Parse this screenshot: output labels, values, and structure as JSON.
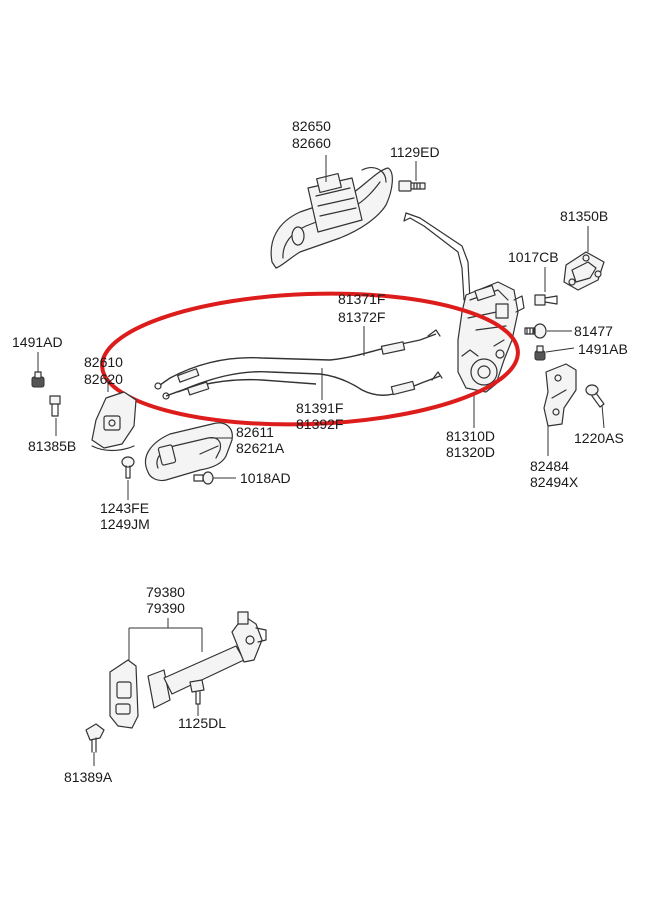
{
  "labels": {
    "handle_outer_1": "82650",
    "handle_outer_2": "82660",
    "bolt_top": "1129ED",
    "striker_1": "81350B",
    "screw_1017": "1017CB",
    "cable_top_1": "81371F",
    "cable_top_2": "81372F",
    "screw_81477": "81477",
    "clip_1491ab": "1491AB",
    "clip_1491ad": "1491AD",
    "handle_base_1": "82610",
    "handle_base_2": "82620",
    "cable_bot_1": "81391F",
    "cable_bot_2": "81392F",
    "latch_1": "81310D",
    "latch_2": "81320D",
    "bolt_1220": "1220AS",
    "bracket_1": "82484",
    "bracket_2": "82494X",
    "screw_81385": "81385B",
    "handle_inner_1": "82611",
    "handle_inner_2": "82621A",
    "screw_1018": "1018AD",
    "screw_1243_1": "1243FE",
    "screw_1243_2": "1249JM",
    "checker_1": "79380",
    "checker_2": "79390",
    "bolt_1125": "1125DL",
    "bolt_81389": "81389A"
  },
  "colors": {
    "highlight": "#dd1c1c",
    "line": "#333333",
    "text": "#1a1a1a"
  }
}
